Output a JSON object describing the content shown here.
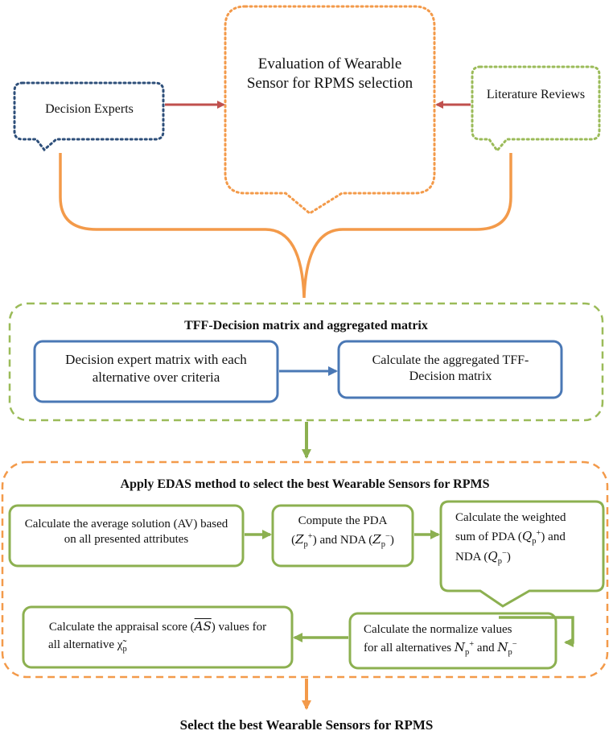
{
  "top": {
    "center": "Evaluation of Wearable Sensor for RPMS selection",
    "left": "Decision Experts",
    "right": "Literature Reviews"
  },
  "tff_section": {
    "title": "TFF-Decision matrix and aggregated matrix",
    "box1": "Decision expert matrix with each alternative over criteria",
    "box2": "Calculate the aggregated TFF-Decision matrix"
  },
  "edas_section": {
    "title": "Apply EDAS method to select the best Wearable Sensors for RPMS",
    "step1": "Calculate the average solution (AV) based on all presented attributes",
    "step2": {
      "line1": "Compute the PDA",
      "line2_pre": "(",
      "pda_symbol": "Z",
      "pda_sub": "p",
      "pda_sup": "+",
      "mid": ") and NDA (",
      "nda_symbol": "Z",
      "nda_sub": "p",
      "nda_sup": "−",
      "end": ")"
    },
    "step3": {
      "line1": "Calculate the weighted",
      "line2": "sum of PDA (",
      "q_symbol": "Q",
      "q_sub": "p",
      "q_sup_plus": "+",
      "mid": ") and",
      "line3": "NDA (",
      "q_sup_minus": "−",
      "end": ")"
    },
    "step4": {
      "line1": "Calculate the normalize values",
      "line2": "for all alternatives",
      "n_symbol": "N",
      "n_sub": "p",
      "n_sup_plus": "+",
      "and": "and",
      "n_sup_minus": "−"
    },
    "step5": {
      "line1_pre": "Calculate the appraisal score (",
      "as_symbol": "AS",
      "line1_post": ") values for",
      "line2": "all alternative",
      "chi_symbol": "χ̃",
      "chi_sub": "p"
    }
  },
  "final": "Select the best Wearable Sensors for RPMS",
  "colors": {
    "blue": "#2e4f7a",
    "blue_box": "#4a78b5",
    "orange": "#f39a4a",
    "green": "#9bbb59",
    "green_box": "#8cb050",
    "red_arrow": "#c0504d"
  }
}
